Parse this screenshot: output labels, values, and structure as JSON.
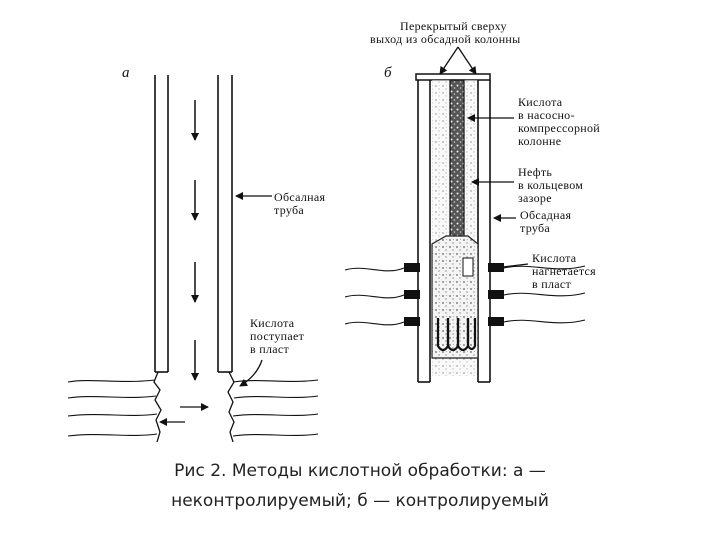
{
  "panel_a": {
    "letter": "а",
    "casing_label": [
      "Обсалная",
      "труба"
    ],
    "acid_label": [
      "Кислота",
      "поступает",
      "в пласт"
    ]
  },
  "panel_b": {
    "letter": "б",
    "top_label": [
      "Перекрытый сверху",
      "выход из обсадной колонны"
    ],
    "acid_tubing_label": [
      "Кислота",
      "в насосно-",
      "компрессорной",
      "колонне"
    ],
    "oil_label": [
      "Нефть",
      "в кольцевом",
      "зазоре"
    ],
    "casing_label": [
      "Обсадная",
      "труба"
    ],
    "injection_label": [
      "Кислота",
      "нагнетается",
      "в пласт"
    ]
  },
  "caption": {
    "line1": "Рис 2. Методы кислотной обработки: а —",
    "line2": "неконтролируемый; б — контролируемый"
  }
}
